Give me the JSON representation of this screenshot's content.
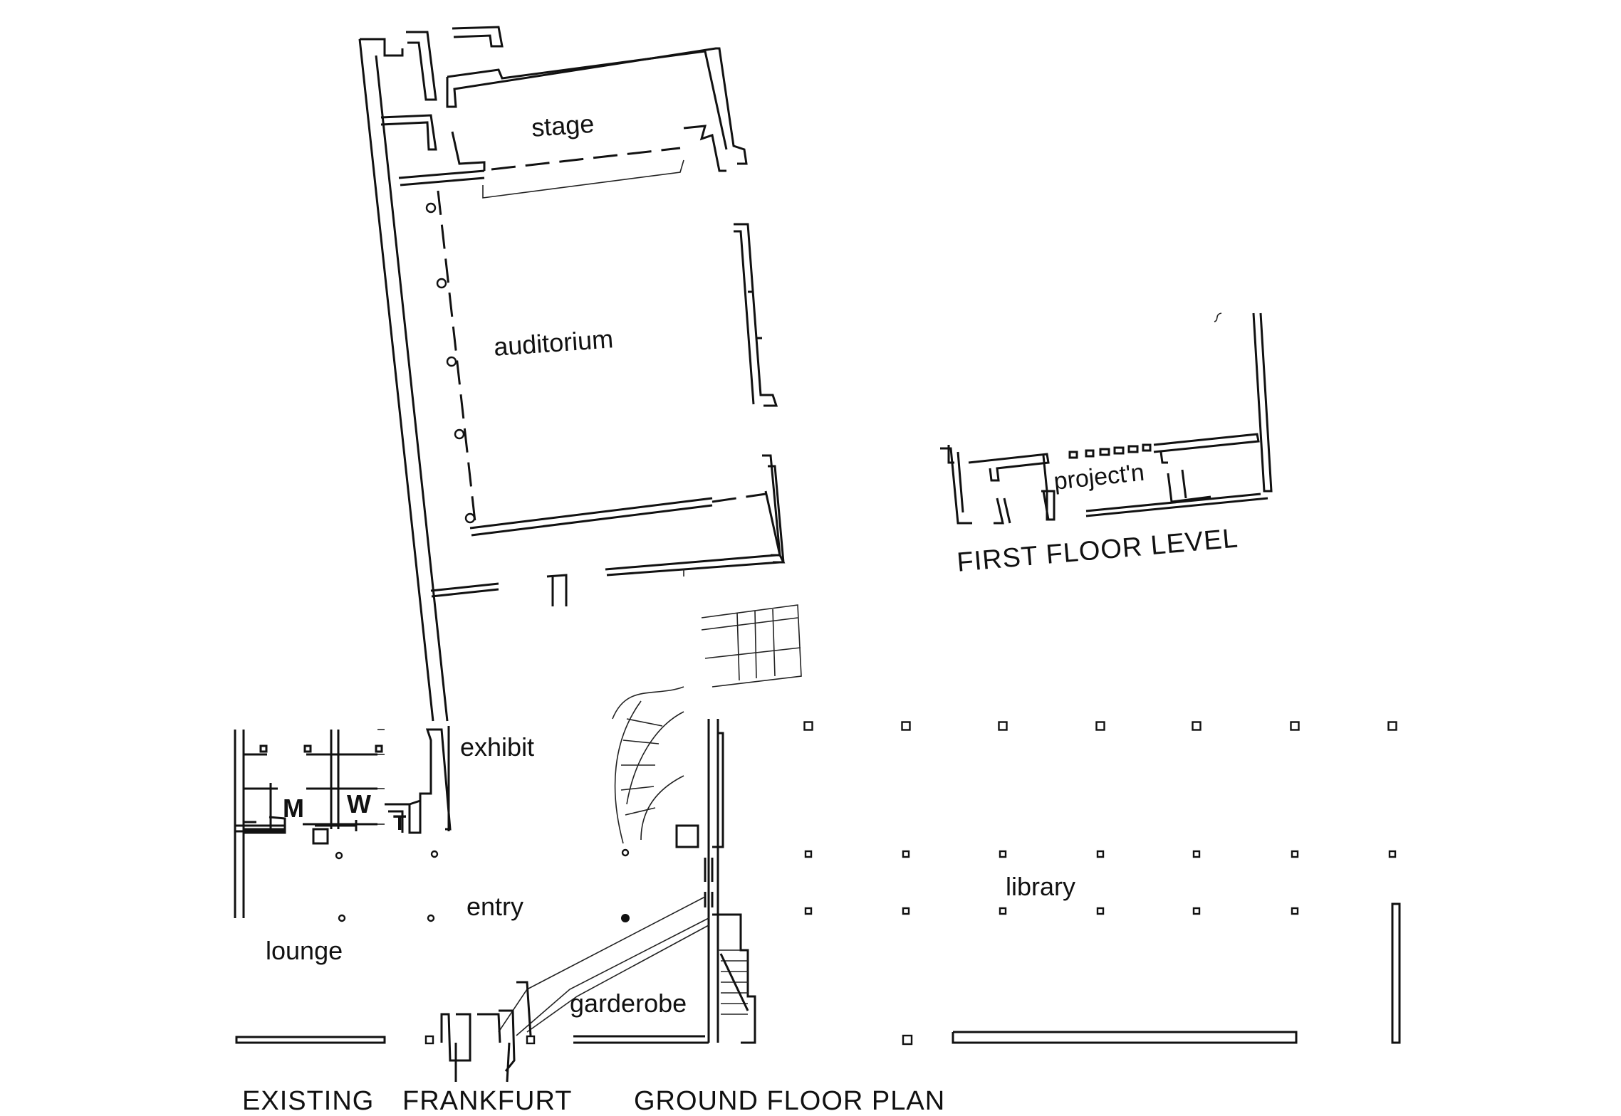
{
  "rooms": {
    "stage": "stage",
    "auditorium": "auditorium",
    "projection": "project'n",
    "exhibit": "exhibit",
    "men": "M",
    "women": "W",
    "toilet": "T",
    "entry": "entry",
    "lounge": "lounge",
    "garderobe": "garderobe",
    "library": "library"
  },
  "captions": {
    "first_floor": "FIRST  FLOOR LEVEL",
    "existing": "EXISTING",
    "frankfurt": "FRANKFURT",
    "ground_floor": "GROUND FLOOR PLAN"
  }
}
